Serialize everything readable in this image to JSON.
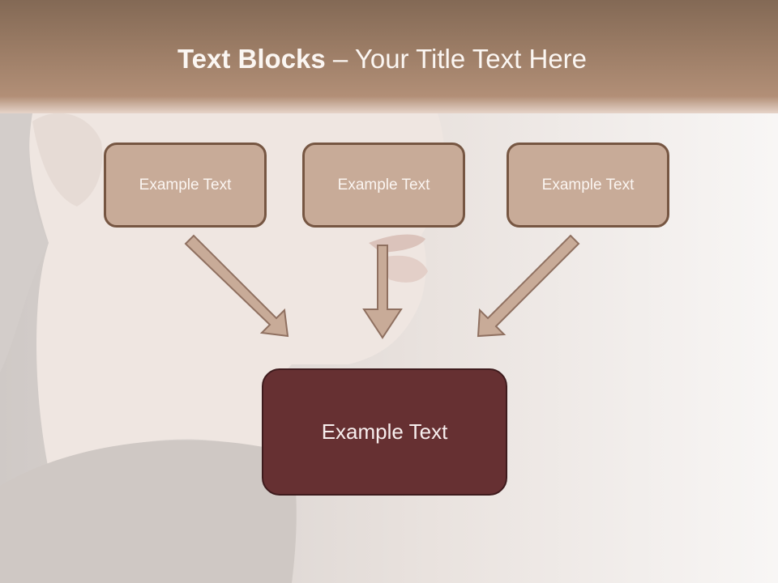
{
  "slide": {
    "title_bold": "Text Blocks",
    "title_separator": " – ",
    "title_rest": "Your Title Text Here"
  },
  "top_boxes": [
    {
      "label": "Example Text"
    },
    {
      "label": "Example Text"
    },
    {
      "label": "Example Text"
    }
  ],
  "bottom_box": {
    "label": "Example Text"
  },
  "colors": {
    "header_top": "#836955",
    "header_bottom": "#b28f77",
    "box_fill": "#c8ab98",
    "box_border": "#765642",
    "arrow_fill": "#c8ab98",
    "arrow_border": "#8f7060",
    "main_box_fill": "#663032",
    "text_light": "#fbf5f1"
  }
}
